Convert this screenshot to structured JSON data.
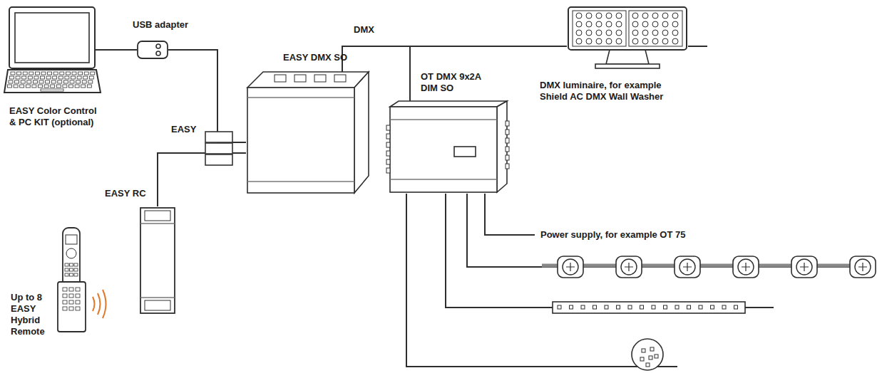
{
  "diagram": {
    "nodes": [
      {
        "text": [
          "EASY Color Control & PC KIT (optional)"
        ]
      },
      {
        "text": [
          "USB adapter"
        ]
      },
      {
        "text": [
          "EASY DMX SO"
        ]
      },
      {
        "text": [
          "OT DMX 9x2A DIM SO"
        ]
      },
      {
        "text": [
          "DMX luminaire, for example Shield AC DMX Wall Washer"
        ]
      },
      {
        "text": [
          "EASY RC"
        ]
      },
      {
        "text": [
          "Up to 8 EASY Hybrid Remote"
        ]
      }
    ],
    "edges": [
      {
        "from": 0,
        "to": 1,
        "arrow": "none"
      },
      {
        "from": 1,
        "to": 2,
        "arrow": "none"
      },
      {
        "from": 5,
        "to": 2,
        "label": "EASY",
        "arrow": "none"
      },
      {
        "from": 2,
        "to": 3,
        "label": "DMX",
        "arrow": "none"
      },
      {
        "from": 2,
        "to": 4,
        "arrow": "none"
      }
    ],
    "labels": [
      "Power supply, for example OT 75"
    ]
  }
}
